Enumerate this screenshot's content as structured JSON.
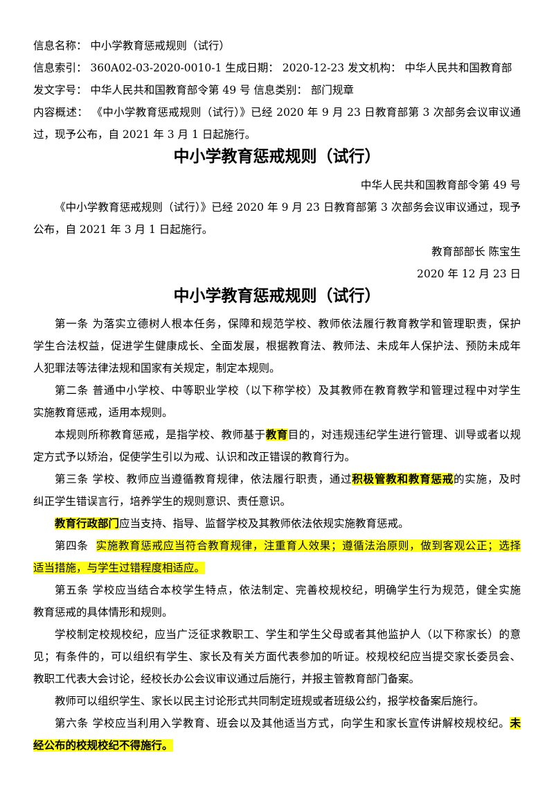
{
  "meta": {
    "l1": "信息名称：  中小学教育惩戒规则（试行）",
    "l2": "信息索引：  360A02-03-2020-0010-1      生成日期：  2020-12-23 发文机构：  中华人民共和国教育部",
    "l3": "发文字号：  中华人民共和国教育部令第 49 号      信息类别：  部门规章",
    "l4": "内容概述：  《中小学教育惩戒规则（试行）》已经 2020 年 9 月 23 日教育部第 3 次部务会议审议通",
    "l5": "过，现予公布，自 2021 年 3 月 1 日起施行。"
  },
  "title1": "中小学教育惩戒规则（试行）",
  "decree": {
    "number": "中华人民共和国教育部令第 49 号",
    "p1": "《中小学教育惩戒规则（试行）》已经 2020 年 9 月 23 日教育部第 3 次部务会议审议通过，现予",
    "p2": "公布，自 2021 年 3 月 1 日起施行。",
    "signer": "教育部部长  陈宝生",
    "date": "2020 年 12 月 23 日"
  },
  "title2": "中小学教育惩戒规则（试行）",
  "body": {
    "a1_l1": "第一条  为落实立德树人根本任务，保障和规范学校、教师依法履行教育教学和管理职责，保护",
    "a1_l2": "学生合法权益，促进学生健康成长、全面发展，根据教育法、教师法、未成年人保护法、预防未成年",
    "a1_l3": "人犯罪法等法律法规和国家有关规定，制定本规则。",
    "a2_l1": "第二条  普通中小学校、中等职业学校（以下称学校）及其教师在教育教学和管理过程中对学生",
    "a2_l2": "实施教育惩戒，适用本规则。",
    "d_l1a": "本规则所称教育惩戒，是指学校、教师基于",
    "d_l1h": "教育",
    "d_l1b": "目的，对违规违纪学生进行管理、训导或者以规",
    "d_l2": "定方式予以矫治，促使学生引以为戒、认识和改正错误的教育行为。",
    "a3_l1a": "第三条  学校、教师应当遵循教育规律，依法履行职责，通过",
    "a3_l1h": "积极管教和教育惩戒",
    "a3_l1b": "的实施，及时",
    "a3_l2": "纠正学生错误言行，培养学生的规则意识、责任意识。",
    "s_h": "教育行政部门",
    "s_b": "应当支持、指导、监督学校及其教师依法依规实施教育惩戒。",
    "a4_label": "第四条",
    "a4_l1h": "实施教育惩戒应当符合教育规律，注重育人效果；遵循法治原则，做到客观公正；选择",
    "a4_l2h": "适当措施，与学生过错程度相适应。",
    "a5_l1": "第五条  学校应当结合本校学生特点，依法制定、完善校规校纪，明确学生行为规范，健全实施",
    "a5_l2": "教育惩戒的具体情形和规则。",
    "r_l1": "学校制定校规校纪，应当广泛征求教职工、学生和学生父母或者其他监护人（以下称家长）的意",
    "r_l2": "见；有条件的，可以组织有学生、家长及有关方面代表参加的听证。校规校纪应当提交家长委员会、",
    "r_l3": "教职工代表大会讨论，经校长办公会议审议通过后施行，并报主管教育部门备案。",
    "t_l1": "教师可以组织学生、家长以民主讨论形式共同制定班规或者班级公约，报学校备案后施行。",
    "a6_l1a": "第六条  学校应当利用入学教育、班会以及其他适当方式，向学生和家长宣传讲解校规校纪。",
    "a6_l1h": "未",
    "a6_l2h": "经公布的校规校纪不得施行。"
  },
  "colors": {
    "highlight": "#ffff1a",
    "text": "#000000"
  }
}
